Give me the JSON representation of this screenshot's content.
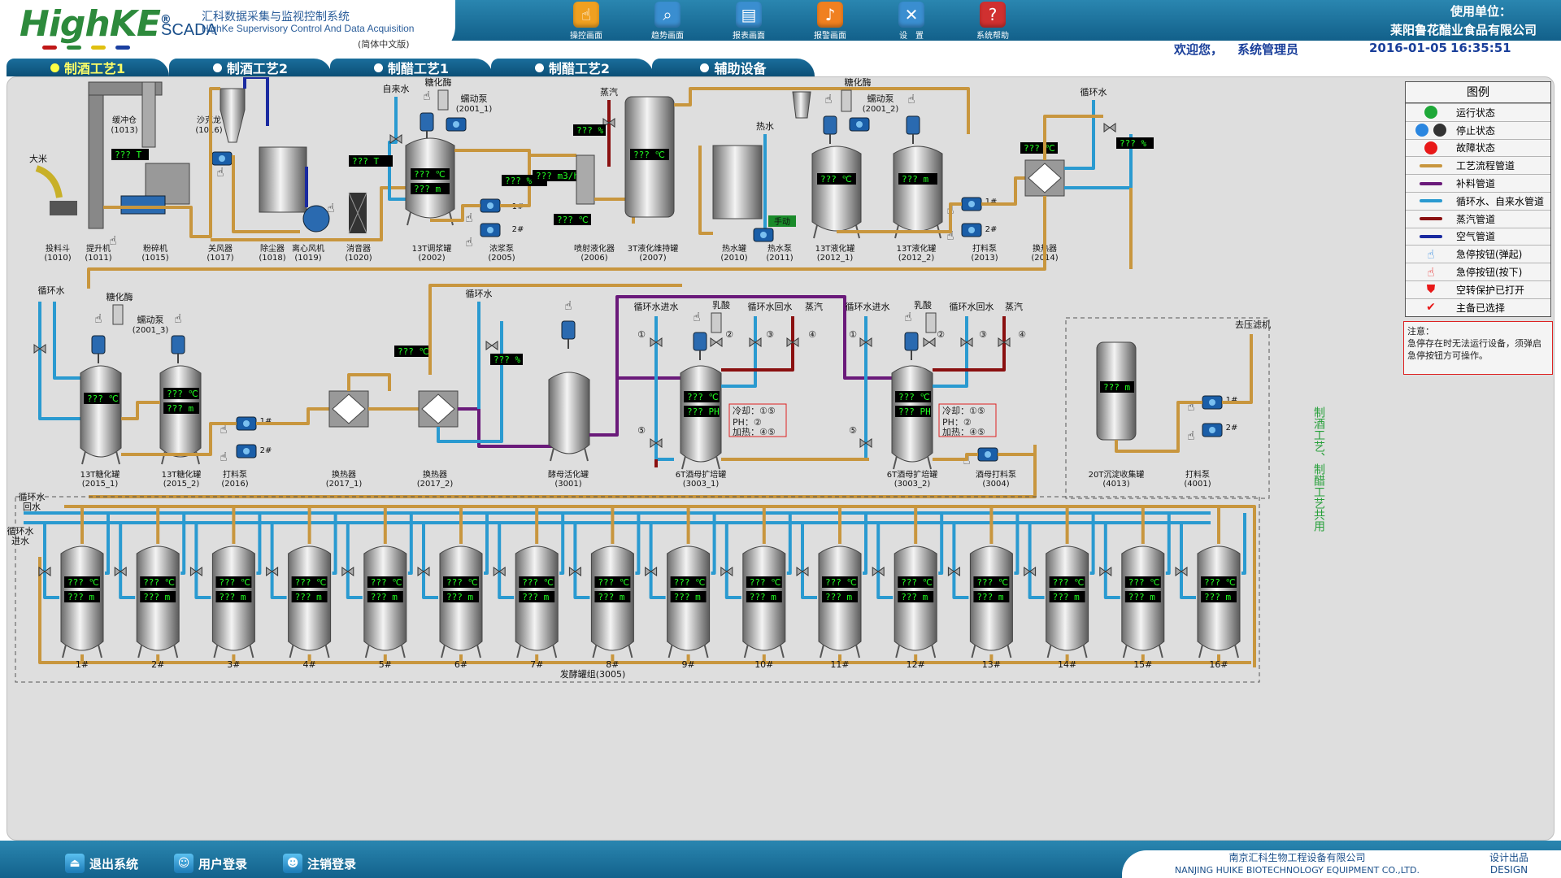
{
  "header": {
    "logo_main": "HighKE",
    "logo_reg": "®",
    "logo_scada": "SCADA",
    "title_cn": "汇科数据采集与监视控制系统",
    "title_en": "HighKe Supervisory Control And Data Acquisition",
    "version": "(简体中文版)",
    "org_label": "使用单位：",
    "org_name": "莱阳鲁花醋业食品有限公司",
    "welcome": "欢迎您，",
    "user": "系统管理员",
    "date": "2016-01-05",
    "time": "16:35:51"
  },
  "toolbar": [
    {
      "label": "操控画面",
      "icon": "hand-control-icon",
      "color": "#f0a020"
    },
    {
      "label": "趋势画面",
      "icon": "trend-magnifier-icon",
      "color": "#3a8ed0"
    },
    {
      "label": "报表画面",
      "icon": "report-icon",
      "color": "#3a8ed0"
    },
    {
      "label": "报警画面",
      "icon": "alarm-bell-icon",
      "color": "#f08020"
    },
    {
      "label": "设　置",
      "icon": "settings-tools-icon",
      "color": "#3a8ed0"
    },
    {
      "label": "系统帮助",
      "icon": "help-icon",
      "color": "#d03030"
    }
  ],
  "tabs": [
    {
      "label": "制酒工艺1",
      "active": true
    },
    {
      "label": "制酒工艺2",
      "active": false
    },
    {
      "label": "制醋工艺1",
      "active": false
    },
    {
      "label": "制醋工艺2",
      "active": false
    },
    {
      "label": "辅助设备",
      "active": false
    }
  ],
  "legend": {
    "title": "图例",
    "items": [
      {
        "label": "运行状态",
        "icon": "running-status-icon",
        "color": "#1ea838"
      },
      {
        "label": "停止状态",
        "icon": "stopped-status-icon",
        "color": "#2a86e0"
      },
      {
        "label": "故障状态",
        "icon": "fault-status-icon",
        "color": "#e81818"
      },
      {
        "label": "工艺流程管道",
        "icon": "process-pipe-icon",
        "color": "#c8963e"
      },
      {
        "label": "补料管道",
        "icon": "feed-pipe-icon",
        "color": "#6a1a7a"
      },
      {
        "label": "循环水、自来水管道",
        "icon": "water-pipe-icon",
        "color": "#2a9ad0"
      },
      {
        "label": "蒸汽管道",
        "icon": "steam-pipe-icon",
        "color": "#8a1010"
      },
      {
        "label": "空气管道",
        "icon": "air-pipe-icon",
        "color": "#1a2aa0"
      },
      {
        "label": "急停按钮(弹起)",
        "icon": "estop-released-icon",
        "color": "#2a86e0"
      },
      {
        "label": "急停按钮(按下)",
        "icon": "estop-pressed-icon",
        "color": "#e81818"
      },
      {
        "label": "空转保护已打开",
        "icon": "idle-protection-icon",
        "color": "#e81818"
      },
      {
        "label": "主备已选择",
        "icon": "primary-backup-icon",
        "color": "#e81818"
      }
    ]
  },
  "caution": {
    "title": "注意：",
    "text": "急停存在时无法运行设备，须弹启急停按钮方可操作。"
  },
  "vertical_note": "制酒工艺、制醋工艺共用",
  "display_placeholder": "???",
  "units": {
    "temp": "℃",
    "level": "m",
    "flow": "m3/h",
    "percent": "%",
    "pressure": "T",
    "ph": "PH"
  },
  "row1": {
    "rice": "大米",
    "buffer": "缓冲仓\n(1013)",
    "cyclone": "沙克龙\n(1016)",
    "tap_water": "自来水",
    "saccharifying_enzyme": "糖化酶",
    "peristaltic_pump": "蠕动泵",
    "peristaltic_id1": "(2001_1)",
    "peristaltic_id2": "(2001_2)",
    "steam": "蒸汽",
    "hot_water": "热水",
    "circ_water": "循环水",
    "manual": "手动",
    "pump1": "1#",
    "pump2": "2#"
  },
  "row1_equipment": [
    {
      "name": "投料斗",
      "id": "(1010)"
    },
    {
      "name": "提升机",
      "id": "(1011)"
    },
    {
      "name": "粉碎机",
      "id": "(1015)"
    },
    {
      "name": "关风器",
      "id": "(1017)"
    },
    {
      "name": "除尘器",
      "id": "(1018)"
    },
    {
      "name": "离心风机",
      "id": "(1019)"
    },
    {
      "name": "消音器",
      "id": "(1020)"
    },
    {
      "name": "13T调浆罐",
      "id": "(2002)"
    },
    {
      "name": "浓浆泵",
      "id": "(2005)"
    },
    {
      "name": "喷射液化器",
      "id": "(2006)"
    },
    {
      "name": "3T液化维持罐",
      "id": "(2007)"
    },
    {
      "name": "热水罐",
      "id": "(2010)"
    },
    {
      "name": "热水泵",
      "id": "(2011)"
    },
    {
      "name": "13T液化罐",
      "id": "(2012_1)"
    },
    {
      "name": "13T液化罐",
      "id": "(2012_2)"
    },
    {
      "name": "打料泵",
      "id": "(2013)"
    },
    {
      "name": "换热器",
      "id": "(2014)"
    }
  ],
  "row2": {
    "circ_water": "循环水",
    "saccharifying_enzyme": "糖化酶",
    "peristaltic_pump": "蠕动泵",
    "peristaltic_id3": "(2001_3)",
    "circ_in": "循环水进水",
    "circ_out": "循环水回水",
    "lactic_acid": "乳酸",
    "steam": "蒸汽",
    "depressure": "去压滤机",
    "control_note1": "冷却：①⑤",
    "control_note2": "PH：②",
    "control_note3": "加热：④⑤",
    "valve_labels": [
      "①",
      "②",
      "③",
      "④",
      "⑤"
    ],
    "pump1": "1#",
    "pump2": "2#"
  },
  "row2_equipment": [
    {
      "name": "13T糖化罐",
      "id": "(2015_1)"
    },
    {
      "name": "13T糖化罐",
      "id": "(2015_2)"
    },
    {
      "name": "打料泵",
      "id": "(2016)"
    },
    {
      "name": "换热器",
      "id": "(2017_1)"
    },
    {
      "name": "换热器",
      "id": "(2017_2)"
    },
    {
      "name": "酵母活化罐",
      "id": "(3001)"
    },
    {
      "name": "6T酒母扩培罐",
      "id": "(3003_1)"
    },
    {
      "name": "6T酒母扩培罐",
      "id": "(3003_2)"
    },
    {
      "name": "酒母打料泵",
      "id": "(3004)"
    },
    {
      "name": "20T沉淀收集罐",
      "id": "(4013)"
    },
    {
      "name": "打料泵",
      "id": "(4001)"
    }
  ],
  "row3": {
    "circ_return": "循环水\n回水",
    "circ_in": "循环水\n进水",
    "group_label": "发酵罐组(3005)",
    "tanks": [
      "1#",
      "2#",
      "3#",
      "4#",
      "5#",
      "6#",
      "7#",
      "8#",
      "9#",
      "10#",
      "11#",
      "12#",
      "13#",
      "14#",
      "15#",
      "16#"
    ]
  },
  "footer": {
    "buttons": [
      {
        "label": "退出系统",
        "icon": "exit-icon"
      },
      {
        "label": "用户登录",
        "icon": "user-login-icon"
      },
      {
        "label": "注销登录",
        "icon": "logout-icon"
      }
    ],
    "company_cn": "南京汇科生物工程设备有限公司",
    "company_en": "NANJING HUIKE BIOTECHNOLOGY EQUIPMENT CO.,LTD.",
    "design_cn": "设计出品",
    "design_en": "DESIGN"
  }
}
